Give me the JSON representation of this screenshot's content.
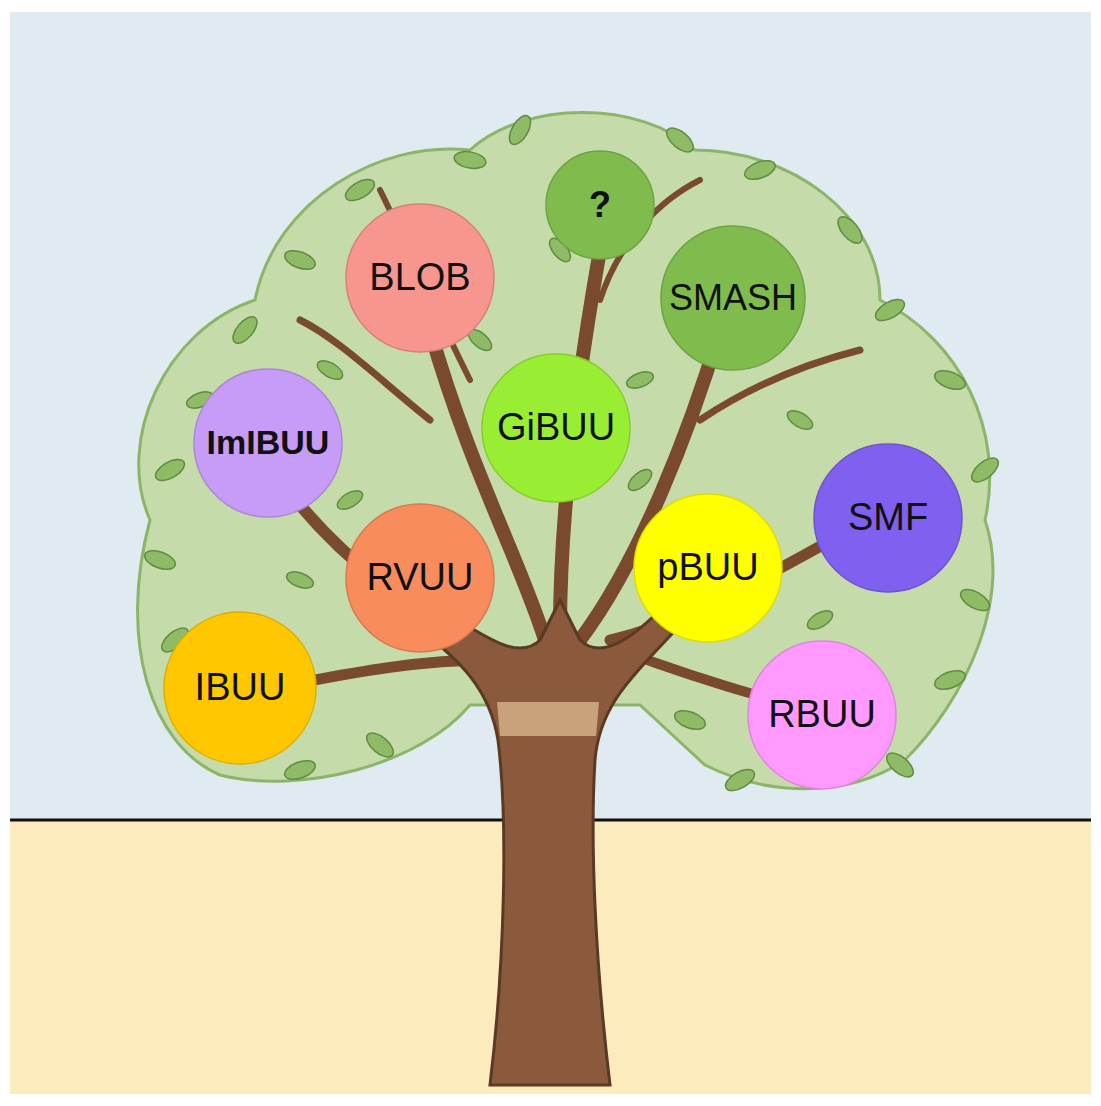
{
  "diagram": {
    "nodes": [
      {
        "text": [
          "?"
        ]
      },
      {
        "text": [
          "BLOB"
        ]
      },
      {
        "text": [
          "SMASH"
        ]
      },
      {
        "text": [
          "ImIBUU"
        ]
      },
      {
        "text": [
          "GiBUU"
        ]
      },
      {
        "text": [
          "SMF"
        ]
      },
      {
        "text": [
          "pBUU"
        ]
      },
      {
        "text": [
          "RVUU"
        ]
      },
      {
        "text": [
          "IBUU"
        ]
      },
      {
        "text": [
          "RBUU"
        ]
      }
    ]
  }
}
